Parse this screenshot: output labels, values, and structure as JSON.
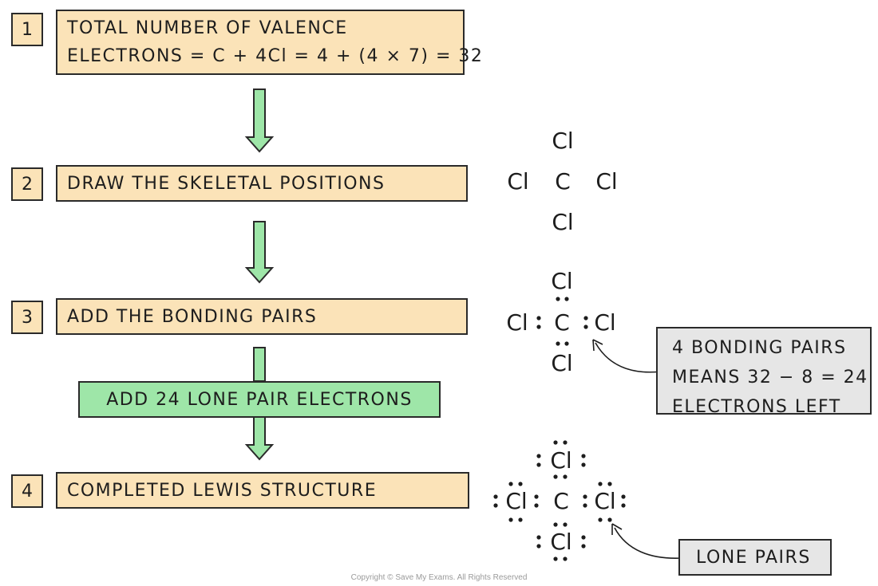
{
  "steps": [
    {
      "number": "1",
      "line1": "TOTAL NUMBER OF VALENCE",
      "line2": "ELECTRONS = C + 4Cl = 4 + (4 × 7) = 32"
    },
    {
      "number": "2",
      "text": "DRAW THE SKELETAL POSITIONS"
    },
    {
      "number": "3",
      "text": "ADD THE BONDING PAIRS"
    },
    {
      "number": "4",
      "text": "COMPLETED LEWIS STRUCTURE"
    }
  ],
  "intermediate": {
    "text": "ADD 24 LONE PAIR ELECTRONS"
  },
  "callouts": {
    "bonding": {
      "line1": "4 BONDING PAIRS",
      "line2": "MEANS 32 − 8 = 24",
      "line3": "ELECTRONS LEFT"
    },
    "lone_pairs": {
      "text": "LONE PAIRS"
    }
  },
  "atoms": {
    "carbon": "C",
    "chlorine": "Cl"
  },
  "copyright": "Copyright © Save My Exams. All Rights Reserved",
  "colors": {
    "step_fill": "#fbe3b8",
    "arrow_fill": "#9ee6a8",
    "callout_fill": "#e6e6e6",
    "outline": "#2a2a2a"
  }
}
